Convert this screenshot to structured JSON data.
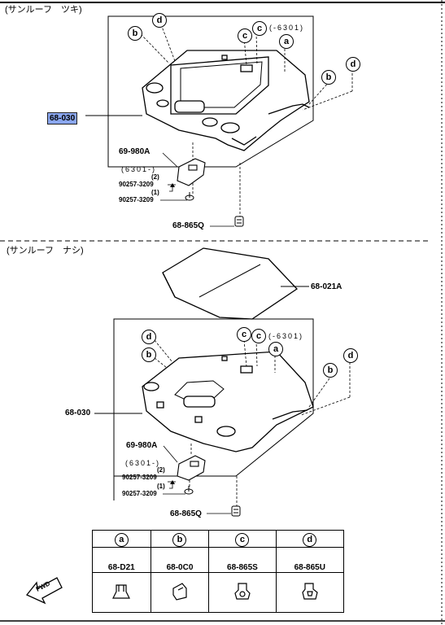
{
  "section_top": {
    "title": "(サンルーフ　ツキ)",
    "highlighted_part": "68-030",
    "callouts": {
      "b1": "b",
      "d1": "d",
      "c1": "c",
      "c2": "c",
      "a": "a",
      "b2": "b",
      "d2": "d"
    },
    "callout_note": "(-6301)",
    "parts": {
      "lamp": "69-980A",
      "lamp_code": "(6301-)",
      "screw_note_2": "(2)",
      "screw_2": "90257-3209",
      "screw_note_1": "(1)",
      "screw_1": "90257-3209",
      "clip": "68-865Q"
    }
  },
  "section_bottom": {
    "title": "(サンルーフ　ナシ)",
    "panel_part": "68-021A",
    "trim_part": "68-030",
    "callouts": {
      "d1": "d",
      "b1": "b",
      "c1": "c",
      "c2": "c",
      "a": "a",
      "b2": "b",
      "d2": "d"
    },
    "callout_note": "(-6301)",
    "parts": {
      "lamp": "69-980A",
      "lamp_code": "(6301-)",
      "screw_note_2": "(2)",
      "screw_2": "90257-3209",
      "screw_note_1": "(1)",
      "screw_1": "90257-3209",
      "clip": "68-865Q"
    }
  },
  "legend": {
    "headers": [
      "a",
      "b",
      "c",
      "d"
    ],
    "part_numbers": [
      "68-D21",
      "68-0C0",
      "68-865S",
      "68-865U"
    ]
  },
  "fwd_label": "FWD"
}
